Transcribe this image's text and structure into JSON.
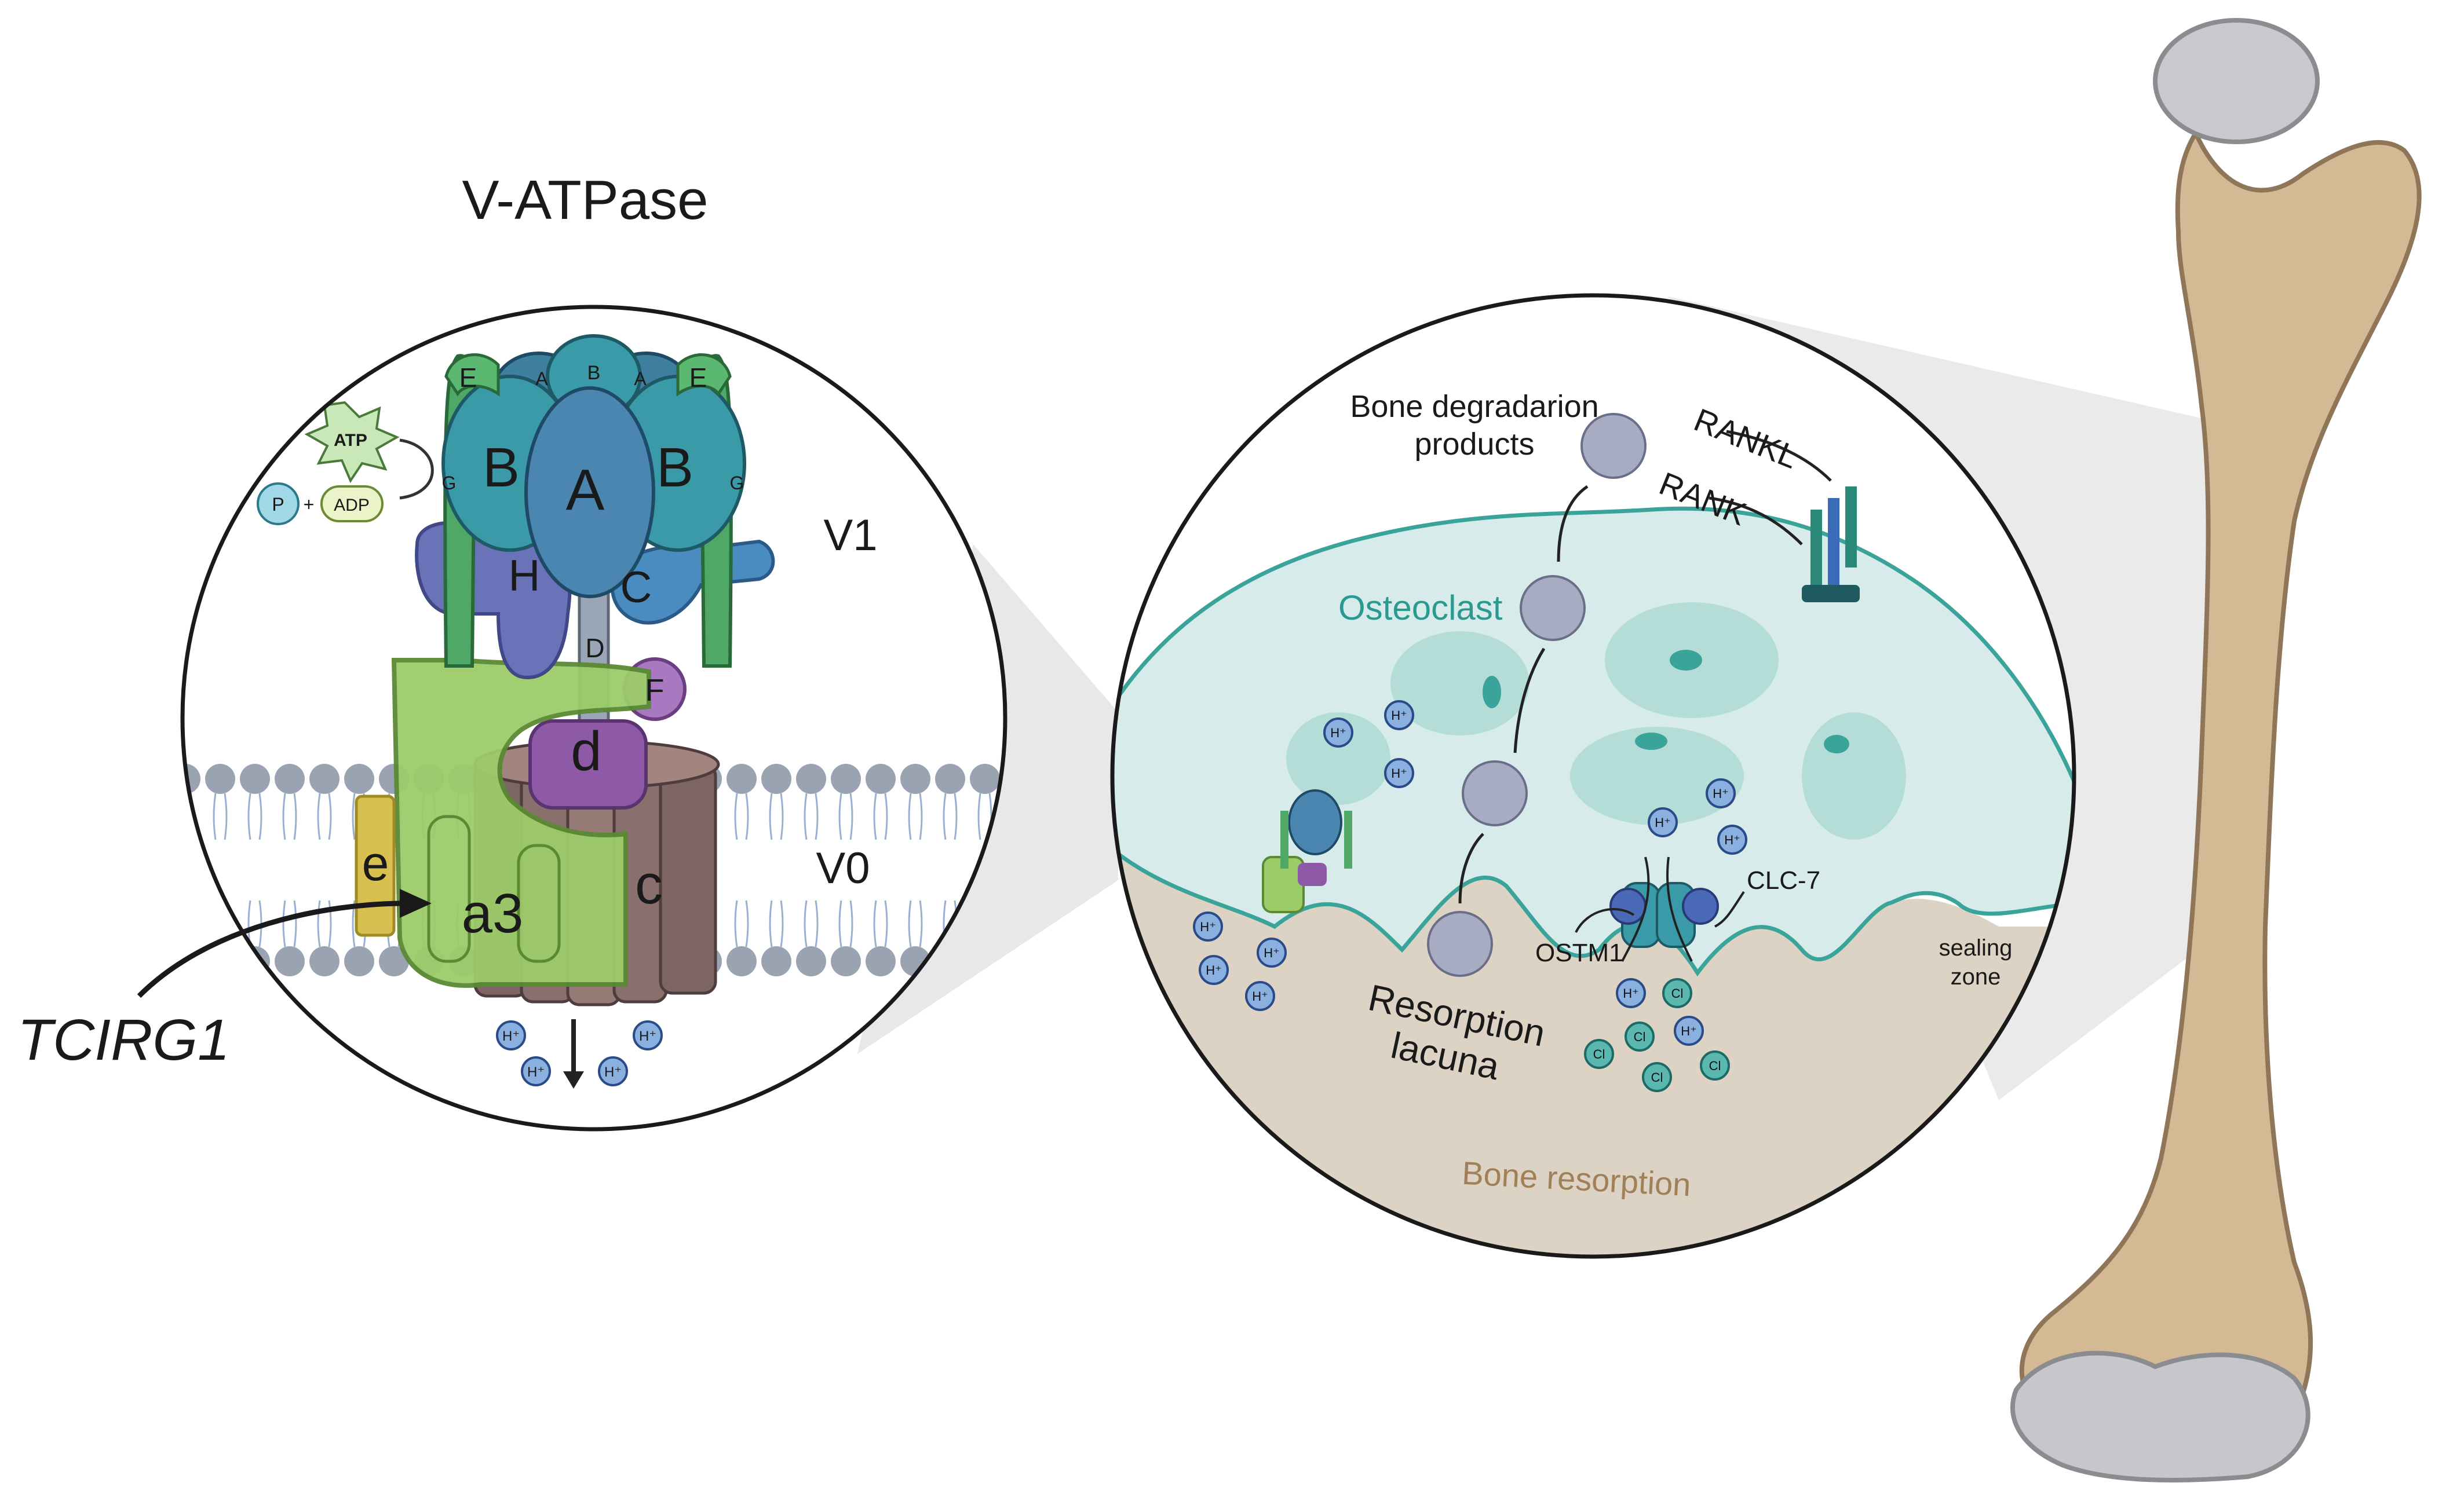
{
  "vatpase": {
    "title": "V-ATPase",
    "v1_label": "V1",
    "v0_label": "V0",
    "gene_label": "TCIRG1",
    "subunits": {
      "A_big": "A",
      "A_small_left": "A",
      "A_small_right": "A",
      "B_top": "B",
      "B_left": "B",
      "B_right": "B",
      "E_left": "E",
      "E_right": "E",
      "G_left": "G",
      "G_right": "G",
      "H": "H",
      "C": "C",
      "D": "D",
      "F": "F",
      "d": "d",
      "c": "c",
      "e": "e",
      "a3": "a3"
    },
    "atp": "ATP",
    "p": "P",
    "plus": "+",
    "adp": "ADP",
    "proton": "H⁺"
  },
  "osteoclast_panel": {
    "bone_products": [
      "Bone degradarion",
      "products"
    ],
    "rankl": "RANKL",
    "rank": "RANK",
    "osteoclast": "Osteoclast",
    "clc7": "CLC-7",
    "ostm1": "OSTM1",
    "resorption_lacuna": [
      "Resorption",
      "lacuna"
    ],
    "sealing_zone": [
      "sealing",
      "zone"
    ],
    "bone_resorption": "Bone resorption",
    "proton": "H⁺",
    "chloride": "Cl"
  },
  "colors": {
    "membrane_head": "#9aa3b2",
    "cytoplasm": "#d7ecea",
    "osteoclast_border": "#3aa39a",
    "bone_matrix": "#ddd3c4",
    "bone_shaft": "#d4b995",
    "bone_cap": "#bfc1c5",
    "a3_green": "#9ccc6a",
    "c_ring": "#8a6f6c",
    "d_purple": "#8e5aa8",
    "subunit_blue": "#4a86b0",
    "subunit_teal": "#3a9aa8",
    "e_green": "#4fa866",
    "e_yellow": "#d8c050"
  }
}
